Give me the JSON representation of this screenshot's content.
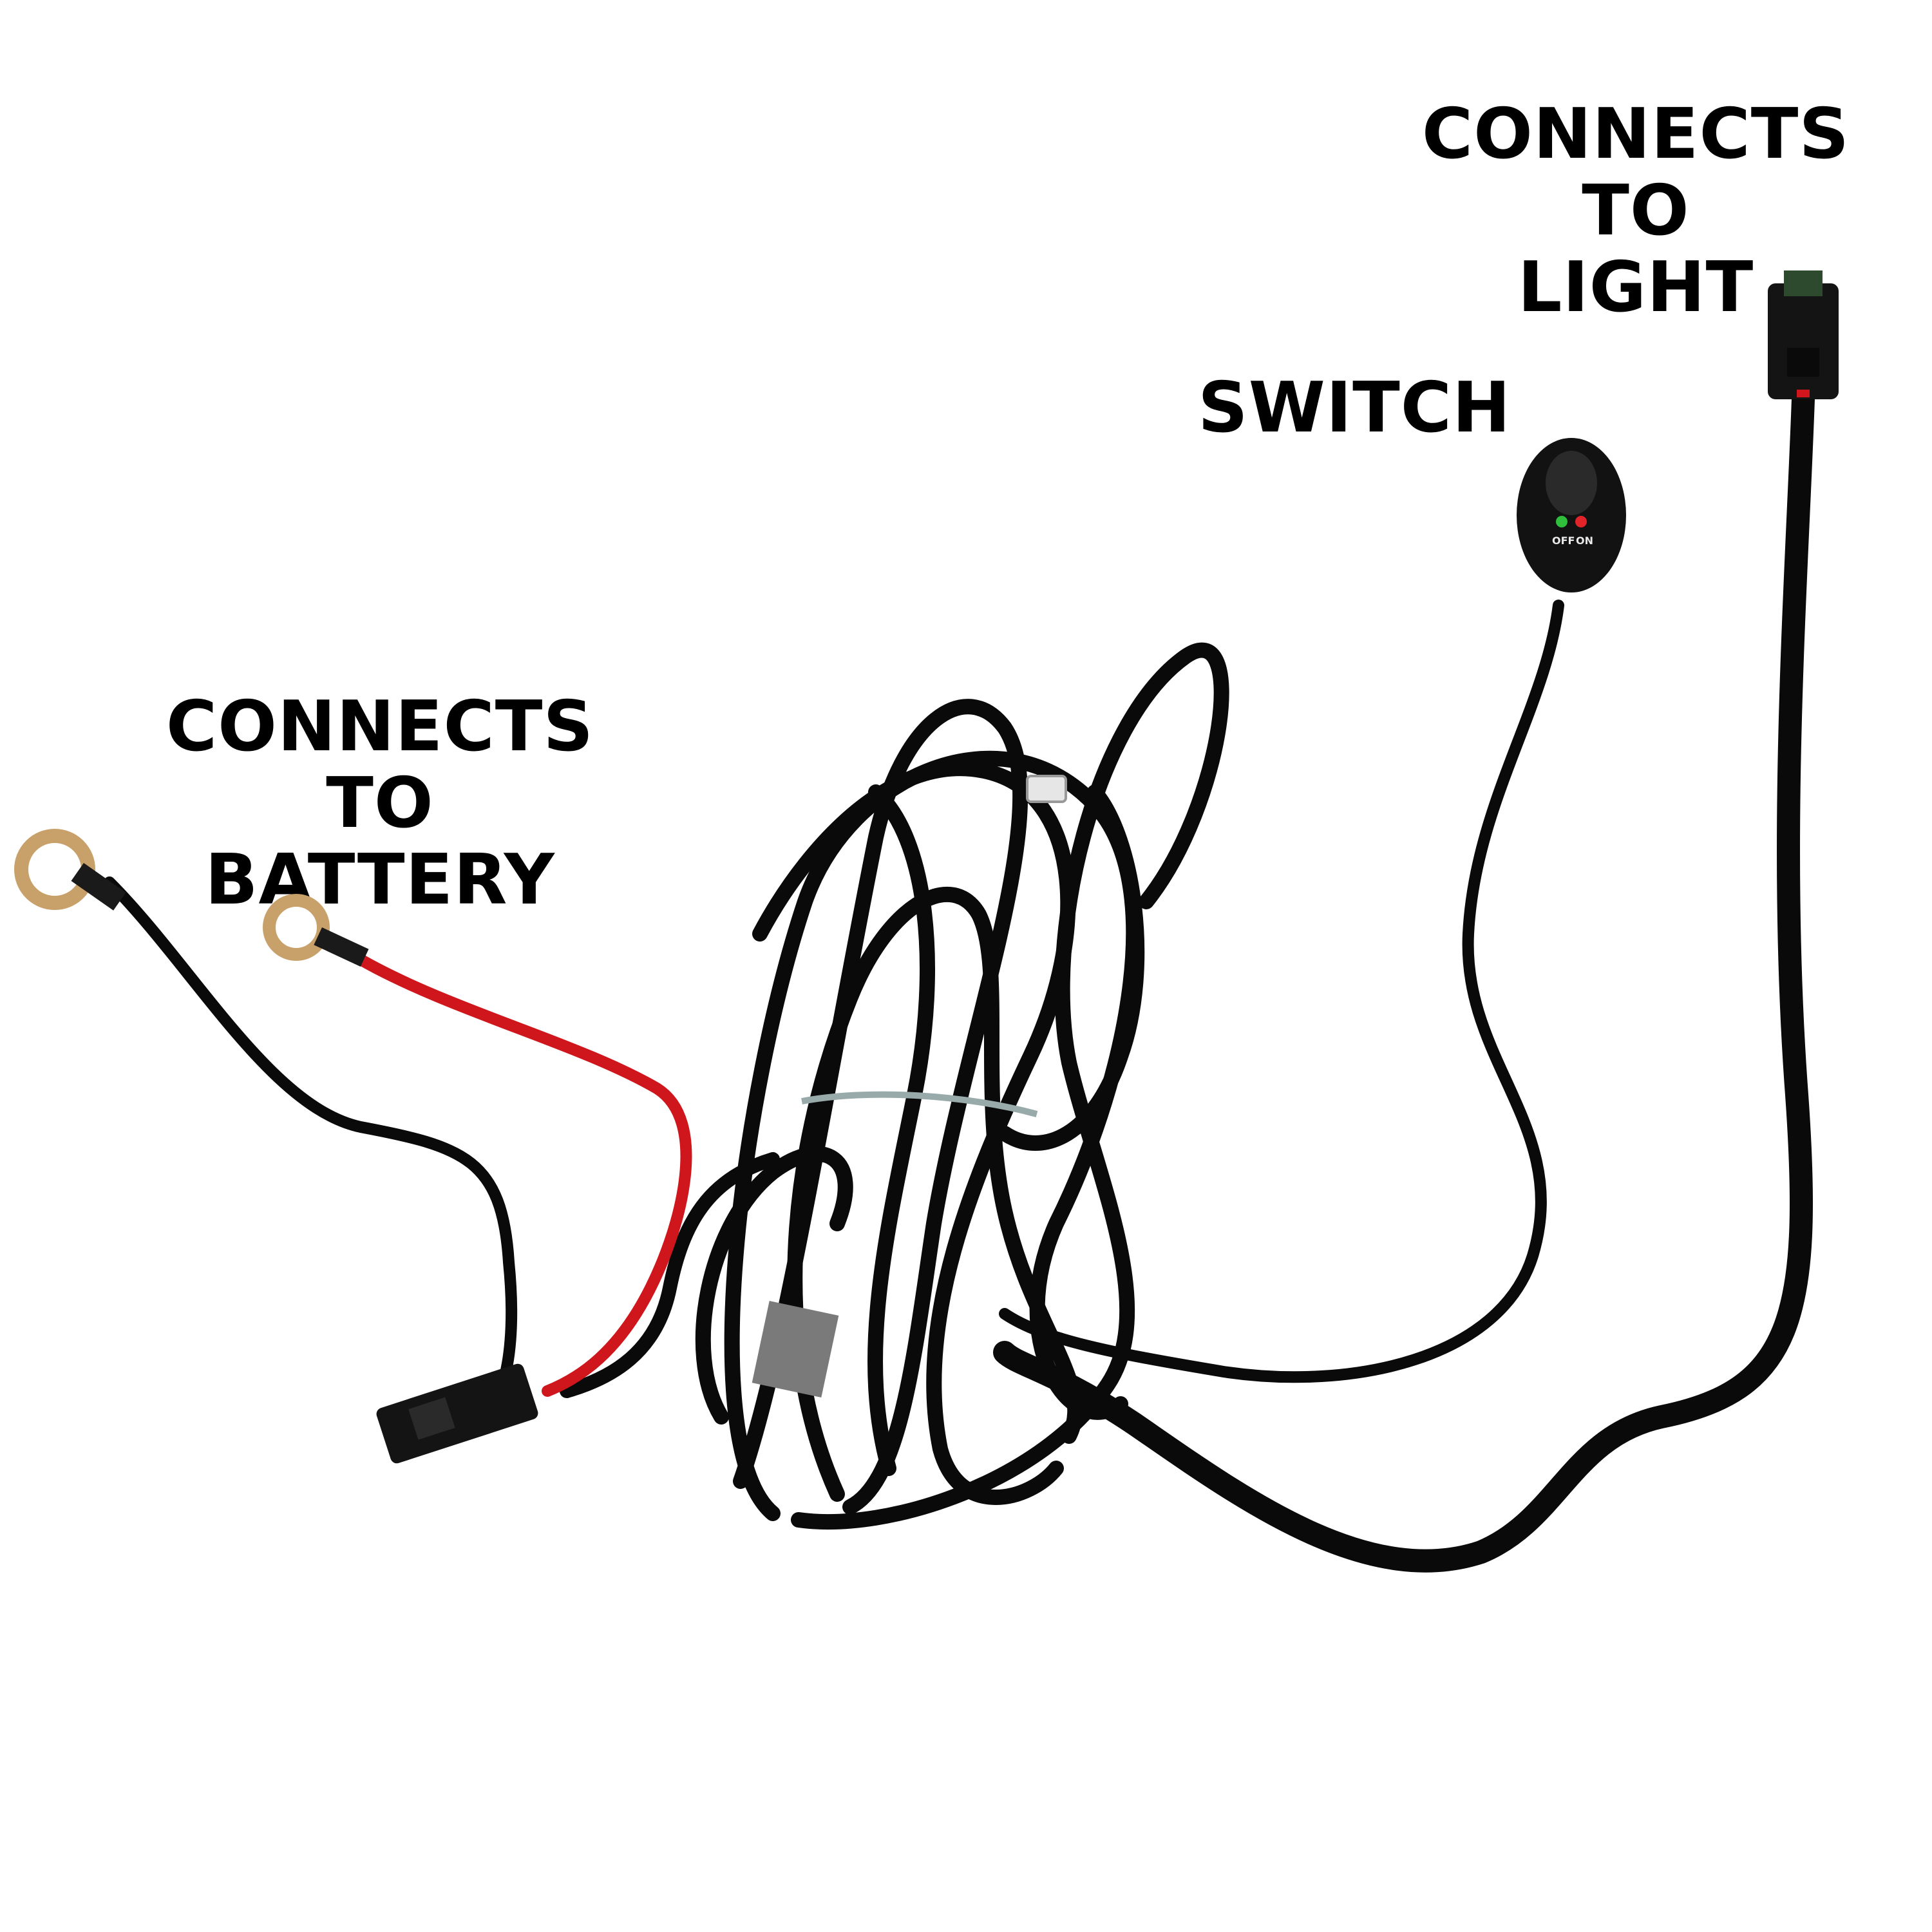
{
  "labels": {
    "light": {
      "line1": "CONNECTS TO",
      "line2": "LIGHT"
    },
    "switch": {
      "line1": "SWITCH"
    },
    "battery": {
      "line1": "CONNECTS TO",
      "line2": "BATTERY"
    }
  },
  "switch_markings": {
    "off": "OFF",
    "on": "ON"
  },
  "colors": {
    "background": "#ffffff",
    "cable": "#0a0a0a",
    "positive_wire": "#d0161d",
    "ring_terminal": "#c8a06a",
    "switch_led_off": "#2fbf3a",
    "switch_led_on": "#e0242a"
  },
  "icons": {
    "ring_terminal": "ring-terminal-icon",
    "switch": "rocker-switch-icon",
    "connector": "deutsch-connector-icon",
    "fuse_holder": "fuse-holder-icon"
  }
}
